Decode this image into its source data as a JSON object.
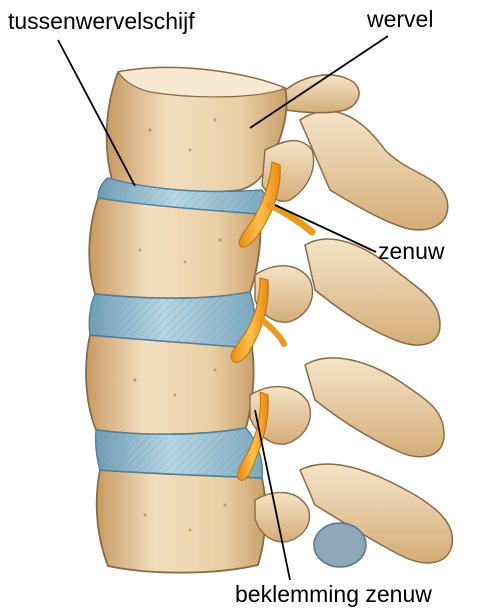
{
  "labels": {
    "intervertebral_disc": "tussenwervelschijf",
    "vertebra": "wervel",
    "nerve": "zenuw",
    "pinched_nerve": "beklemming zenuw"
  },
  "colors": {
    "bone_light": "#f3dfc0",
    "bone_mid": "#e2bf8e",
    "bone_dark": "#b98d5a",
    "bone_outline": "#8a6a45",
    "disc_blue": "#9cc3d6",
    "disc_blue_dark": "#6f9db5",
    "nerve_orange": "#f5a623",
    "nerve_dark": "#d98510",
    "leader_line": "#000000"
  }
}
